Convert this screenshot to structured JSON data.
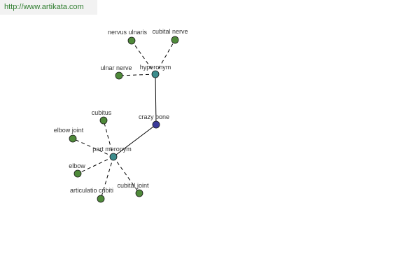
{
  "watermark": {
    "text": "http://www.artikata.com"
  },
  "colors": {
    "leaf": "#4f8a3a",
    "hub": "#3c8c8c",
    "center": "#3a3a9a",
    "edge": "#000000",
    "label": "#333333",
    "watermark_text": "#2e7d2e",
    "watermark_bg": "#f2f2f2"
  },
  "graph": {
    "nodes": [
      {
        "id": "crazy-bone",
        "label": "crazy bone",
        "kind": "center"
      },
      {
        "id": "hyperonym",
        "label": "hyperonym",
        "kind": "hub"
      },
      {
        "id": "part-meronym",
        "label": "part meronym",
        "kind": "hub"
      },
      {
        "id": "nervus-ulnaris",
        "label": "nervus ulnaris",
        "kind": "leaf"
      },
      {
        "id": "cubital-nerve",
        "label": "cubital nerve",
        "kind": "leaf"
      },
      {
        "id": "ulnar-nerve",
        "label": "ulnar nerve",
        "kind": "leaf"
      },
      {
        "id": "cubitus",
        "label": "cubitus",
        "kind": "leaf"
      },
      {
        "id": "elbow-joint",
        "label": "elbow joint",
        "kind": "leaf"
      },
      {
        "id": "elbow",
        "label": "elbow",
        "kind": "leaf"
      },
      {
        "id": "articulatio-cubiti",
        "label": "articulatio cubiti",
        "kind": "leaf"
      },
      {
        "id": "cubital-joint",
        "label": "cubital joint",
        "kind": "leaf"
      }
    ],
    "edges": [
      {
        "from": "crazy-bone",
        "to": "hyperonym",
        "style": "solid"
      },
      {
        "from": "crazy-bone",
        "to": "part-meronym",
        "style": "solid"
      },
      {
        "from": "hyperonym",
        "to": "nervus-ulnaris",
        "style": "dashed"
      },
      {
        "from": "hyperonym",
        "to": "cubital-nerve",
        "style": "dashed"
      },
      {
        "from": "hyperonym",
        "to": "ulnar-nerve",
        "style": "dashed"
      },
      {
        "from": "part-meronym",
        "to": "cubitus",
        "style": "dashed"
      },
      {
        "from": "part-meronym",
        "to": "elbow-joint",
        "style": "dashed"
      },
      {
        "from": "part-meronym",
        "to": "elbow",
        "style": "dashed"
      },
      {
        "from": "part-meronym",
        "to": "articulatio-cubiti",
        "style": "dashed"
      },
      {
        "from": "part-meronym",
        "to": "cubital-joint",
        "style": "dashed"
      }
    ]
  }
}
